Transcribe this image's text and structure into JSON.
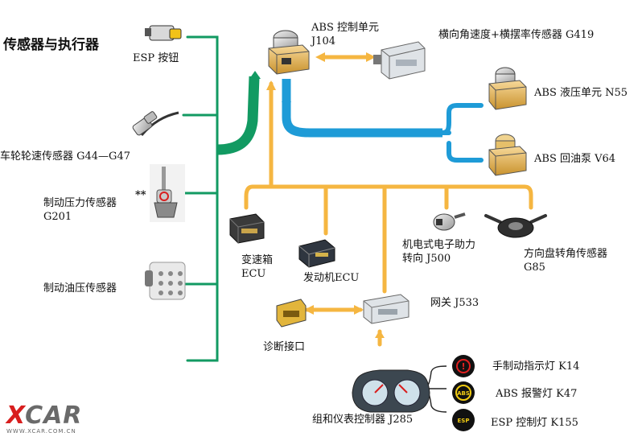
{
  "title": "传感器与执行器",
  "components": {
    "esp_button": "ESP 按钮",
    "wheel_speed_sensor": "车轮轮速传感器 G44—G47",
    "brake_pressure_sensor": [
      "制动压力传感器",
      "G201"
    ],
    "brake_pressure_mark": "**",
    "brake_fluid_pressure_sensor": "制动油压传感器",
    "abs_control_unit": [
      "ABS 控制单元",
      "J104"
    ],
    "yaw_rate_sensor": "横向角速度+横摆率传感器 G419",
    "abs_hydraulic_unit": "ABS 液压单元 N55",
    "abs_return_pump": "ABS 回油泵 V64",
    "gearbox_ecu": [
      "变速箱",
      "ECU"
    ],
    "engine_ecu": "发动机ECU",
    "power_steering": [
      "机电式电子助力",
      "转向 J500"
    ],
    "steering_angle_sensor": [
      "方向盘转角传感器",
      "G85"
    ],
    "gateway": "网关 J533",
    "diagnostic_port": "诊断接口",
    "instrument_cluster": "组和仪表控制器 J285",
    "handbrake_lamp": "手制动指示灯 K14",
    "abs_warning_lamp": "ABS 报警灯 K47",
    "esp_control_lamp": "ESP 控制灯 K155"
  },
  "lamp_icons": {
    "handbrake": "!",
    "abs": "ABS",
    "esp": "ESP"
  },
  "watermark": {
    "logo_x": "X",
    "logo_rest": "CAR",
    "url": "WWW.XCAR.COM.CN"
  },
  "colors": {
    "sensor_bus": "#129a62",
    "hydraulic_bus": "#1e9bd7",
    "can_bus": "#f5b641",
    "lamp_red": "#e02020",
    "lamp_yellow": "#f2cc12"
  }
}
